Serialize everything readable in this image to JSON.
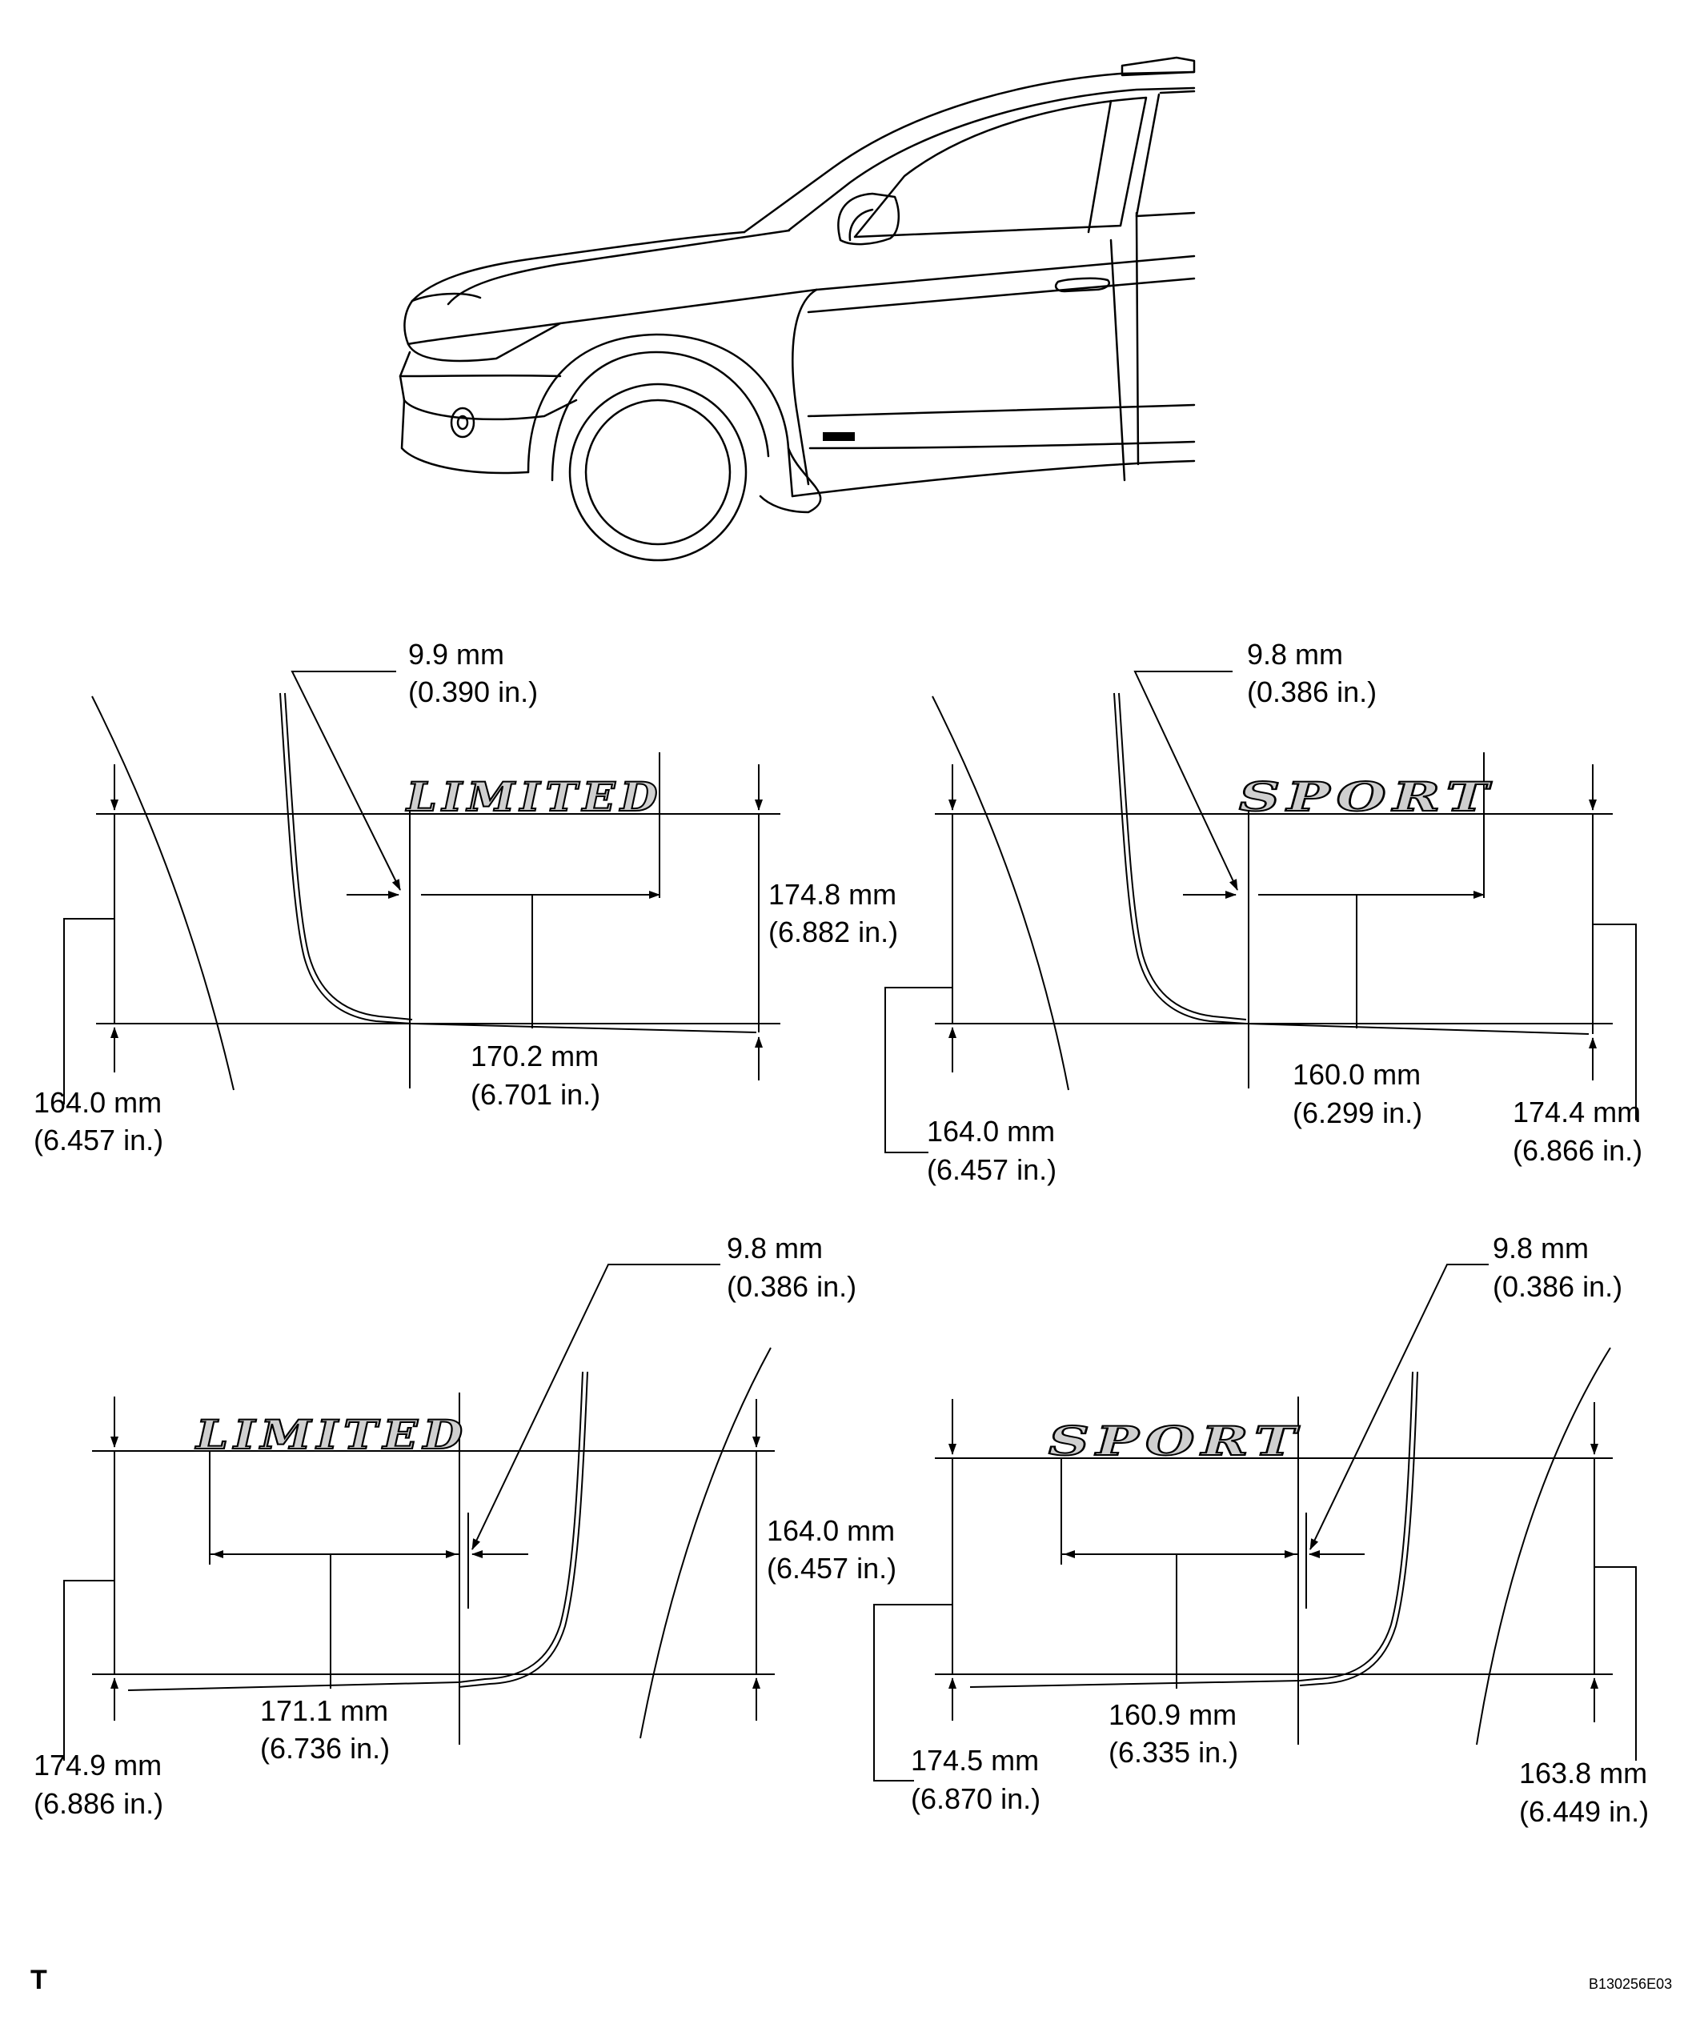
{
  "corner_mark": "T",
  "figure_code": "B130256E03",
  "panels": [
    {
      "badge": "LIMITED",
      "gap": [
        "9.9 mm",
        "(0.390 in.)"
      ],
      "width": [
        "170.2 mm",
        "(6.701 in.)"
      ],
      "height_right": [
        "174.8 mm",
        "(6.882 in.)"
      ],
      "height_left": [
        "164.0 mm",
        "(6.457 in.)"
      ]
    },
    {
      "badge": "SPORT",
      "gap": [
        "9.8 mm",
        "(0.386 in.)"
      ],
      "width": [
        "160.0 mm",
        "(6.299 in.)"
      ],
      "height_left": [
        "164.0 mm",
        "(6.457 in.)"
      ],
      "height_right": [
        "174.4 mm",
        "(6.866 in.)"
      ]
    },
    {
      "badge": "LIMITED",
      "gap": [
        "9.8 mm",
        "(0.386 in.)"
      ],
      "height_right": [
        "164.0 mm",
        "(6.457 in.)"
      ],
      "width": [
        "171.1 mm",
        "(6.736 in.)"
      ],
      "height_left": [
        "174.9 mm",
        "(6.886 in.)"
      ]
    },
    {
      "badge": "SPORT",
      "gap": [
        "9.8 mm",
        "(0.386 in.)"
      ],
      "width": [
        "160.9 mm",
        "(6.335 in.)"
      ],
      "height_left": [
        "174.5 mm",
        "(6.870 in.)"
      ],
      "height_right": [
        "163.8 mm",
        "(6.449 in.)"
      ]
    }
  ]
}
